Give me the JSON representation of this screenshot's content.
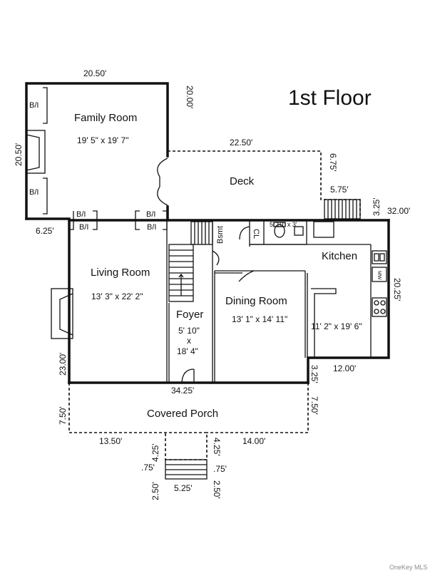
{
  "title": "1st Floor",
  "rooms": {
    "family_room": {
      "name": "Family Room",
      "size": "19' 5\" x 19' 7\""
    },
    "deck": {
      "name": "Deck"
    },
    "living_room": {
      "name": "Living Room",
      "size": "13' 3\" x 22' 2\""
    },
    "foyer": {
      "name": "Foyer",
      "size_a": "5' 10\"",
      "size_x": "x",
      "size_b": "18' 4\""
    },
    "dining_room": {
      "name": "Dining Room",
      "size": "13' 1\" x 14' 11\""
    },
    "kitchen": {
      "name": "Kitchen",
      "size": "11' 2\" x 19' 6\""
    },
    "covered_porch": {
      "name": "Covered Porch"
    }
  },
  "labels": {
    "bi": "B/I",
    "bsmt": "Bsmt",
    "closet": "CL",
    "powder_room": "5' 10\" x 3'",
    "mw": "MW"
  },
  "dimensions": {
    "family_top": "20.50'",
    "family_right": "20.00'",
    "family_left": "20.50'",
    "deck_top": "22.50'",
    "deck_right": "6.75'",
    "deck_step": "5.75'",
    "deck_stair": "3.25'",
    "house_right_top": "32.00'",
    "family_bottom": "6.25'",
    "kitchen_right": "20.25'",
    "living_left": "23.00'",
    "front": "34.25'",
    "kitchen_bottom": "12.00'",
    "kitchen_step": "3.25'",
    "porch_left": "7.50'",
    "porch_right": "7.50'",
    "porch_bottom_left": "13.50'",
    "porch_bottom_right": "14.00'",
    "steps_left_depth": "4.25'",
    "steps_right_depth": "4.25'",
    "steps_left_offset": ".75'",
    "steps_right_offset": ".75'",
    "steps_left_height": "2.50'",
    "steps_right_height": "2.50'",
    "steps_width": "5.25'"
  },
  "credit": "OneKey MLS"
}
